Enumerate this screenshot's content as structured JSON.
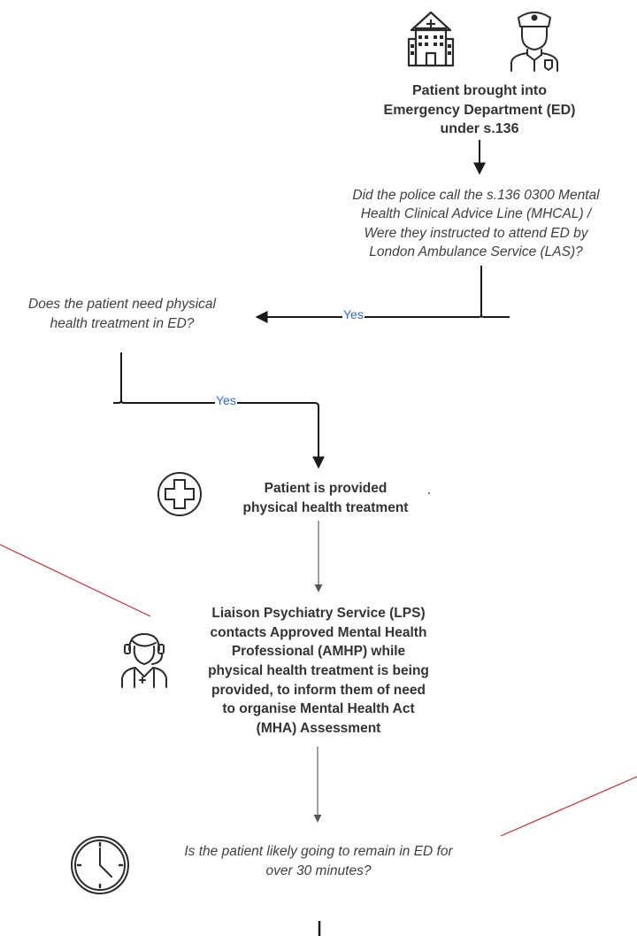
{
  "nodes": {
    "arrival": {
      "text": "Patient brought into Emergency Department (ED) under s.136",
      "line1": "Patient brought into",
      "line2": "Emergency Department (ED)",
      "line3": "under s.136"
    },
    "police_call": {
      "line1": "Did the police call the s.136 0300 Mental",
      "line2": "Health Clinical Advice Line (MHCAL) /",
      "line3": "Were they instructed to attend ED by",
      "line4": "London Ambulance Service (LAS)?"
    },
    "physical_need": {
      "line1": "Does the patient need physical",
      "line2": "health treatment in ED?"
    },
    "treatment": {
      "line1": "Patient is provided",
      "line2": "physical health treatment"
    },
    "lps": {
      "line1": "Liaison Psychiatry Service (LPS)",
      "line2": "contacts Approved Mental Health",
      "line3": "Professional (AMHP) while",
      "line4": "physical health treatment is being",
      "line5": "provided, to inform them of need",
      "line6": "to organise Mental Health Act",
      "line7": "(MHA) Assessment"
    },
    "remain": {
      "line1": "Is the patient likely going to remain in ED for",
      "line2": "over 30 minutes?"
    }
  },
  "edges": {
    "police_to_physical": {
      "label": "Yes"
    },
    "physical_to_treatment": {
      "label": "Yes"
    }
  },
  "icons": {
    "hospital": "hospital-building-icon",
    "police": "police-officer-icon",
    "medical_cross": "medical-cross-icon",
    "operator": "call-operator-icon",
    "clock": "clock-icon"
  },
  "colors": {
    "edge_label": "#2a6ccf",
    "annotation_line": "#cc2b2b",
    "connector": "#1a1a1a",
    "connector_light": "#6e6e6e"
  }
}
